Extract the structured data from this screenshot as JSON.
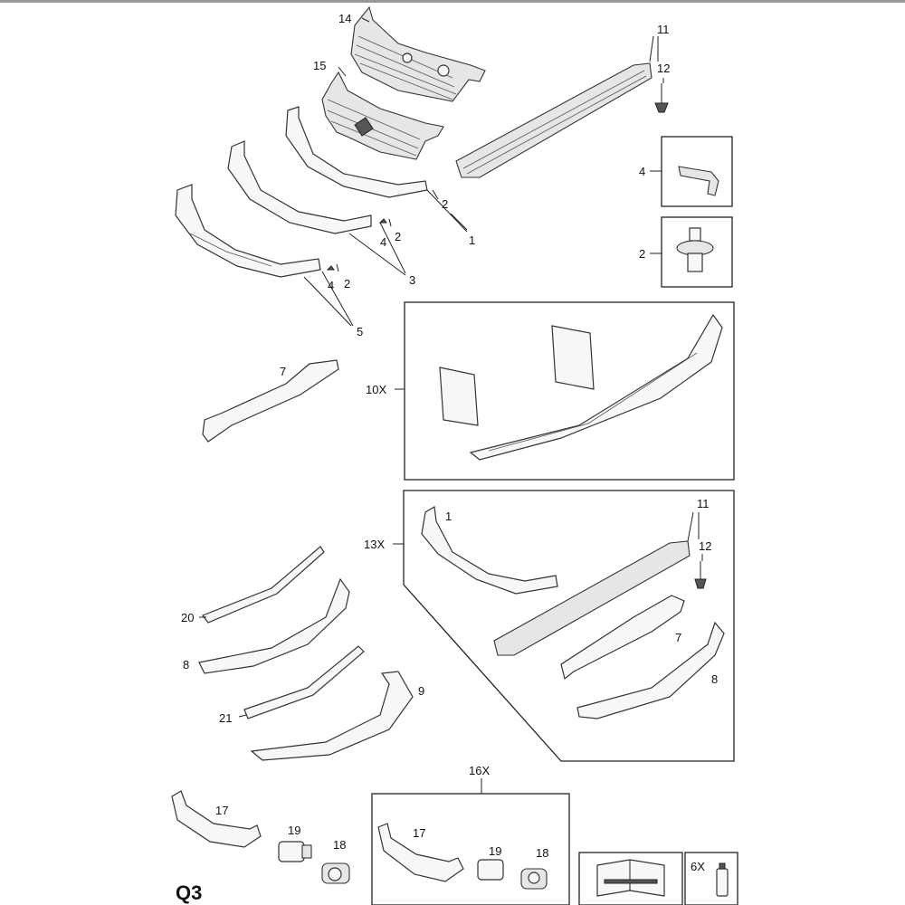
{
  "diagram": {
    "page_ref": "Q3",
    "callouts": {
      "c14": "14",
      "c15": "15",
      "c11a": "11",
      "c12a": "12",
      "c4box": "4",
      "c2box": "2",
      "c2a": "2",
      "c1a": "1",
      "c4b": "4",
      "c2b": "2",
      "c3": "3",
      "c4c": "4",
      "c2c": "2",
      "c5": "5",
      "c7a": "7",
      "c10x": "10X",
      "c13x": "13X",
      "c1b": "1",
      "c11b": "11",
      "c12b": "12",
      "c7b": "7",
      "c8b": "8",
      "c20": "20",
      "c8a": "8",
      "c21": "21",
      "c9": "9",
      "c16x": "16X",
      "c17a": "17",
      "c19a": "19",
      "c18a": "18",
      "c17b": "17",
      "c19b": "19",
      "c18b": "18",
      "c6x": "6X"
    },
    "icons": [
      "grille-icon",
      "spoiler-icon",
      "sill-trim-icon",
      "clip-icon",
      "bracket-icon",
      "handle-icon",
      "manual-icon",
      "wrench-icon",
      "spray-can-icon"
    ]
  }
}
